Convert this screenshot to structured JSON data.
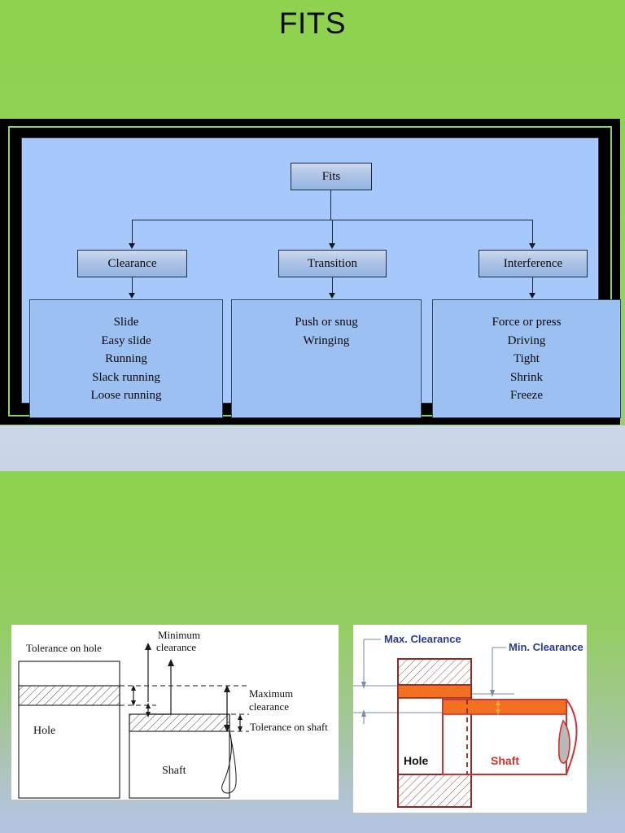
{
  "slide": {
    "title": "FITS",
    "background": {
      "green": "#8ed24f",
      "band": "#ccd7e8",
      "blue_gray": "#b4c4de"
    }
  },
  "flowchart": {
    "frame_color": "#000000",
    "frame_accent": "#8fcf63",
    "panel_color": "#a6c8fb",
    "root": {
      "label": "Fits"
    },
    "branches": [
      {
        "label": "Clearance",
        "items": [
          "Slide",
          "Easy slide",
          "Running",
          "Slack running",
          "Loose running"
        ]
      },
      {
        "label": "Transition",
        "items": [
          "Push or snug",
          "Wringing"
        ]
      },
      {
        "label": "Interference",
        "items": [
          "Force or press",
          "Driving",
          "Tight",
          "Shrink",
          "Freeze"
        ]
      }
    ]
  },
  "figure_left": {
    "name": "hole-shaft-tolerance-diagram",
    "labels": {
      "tolerance_on_hole": "Tolerance on hole",
      "minimum_clearance_line1": "Minimum",
      "minimum_clearance_line2": "clearance",
      "maximum_clearance_line1": "Maximum",
      "maximum_clearance_line2": "clearance",
      "tolerance_on_shaft": "Tolerance on shaft",
      "hole": "Hole",
      "shaft": "Shaft"
    },
    "colors": {
      "line": "#1a1a1a",
      "fill": "#ffffff"
    }
  },
  "figure_right": {
    "name": "clearance-fit-diagram",
    "labels": {
      "max_clearance": "Max. Clearance",
      "min_clearance": "Min. Clearance",
      "hole": "Hole",
      "shaft": "Shaft"
    },
    "colors": {
      "label_blue": "#2b3a8f",
      "orange": "#f36f21",
      "hole_outline": "#8c2a2a",
      "shaft_outline": "#cc3333",
      "shaft_text": "#cc3333"
    }
  }
}
